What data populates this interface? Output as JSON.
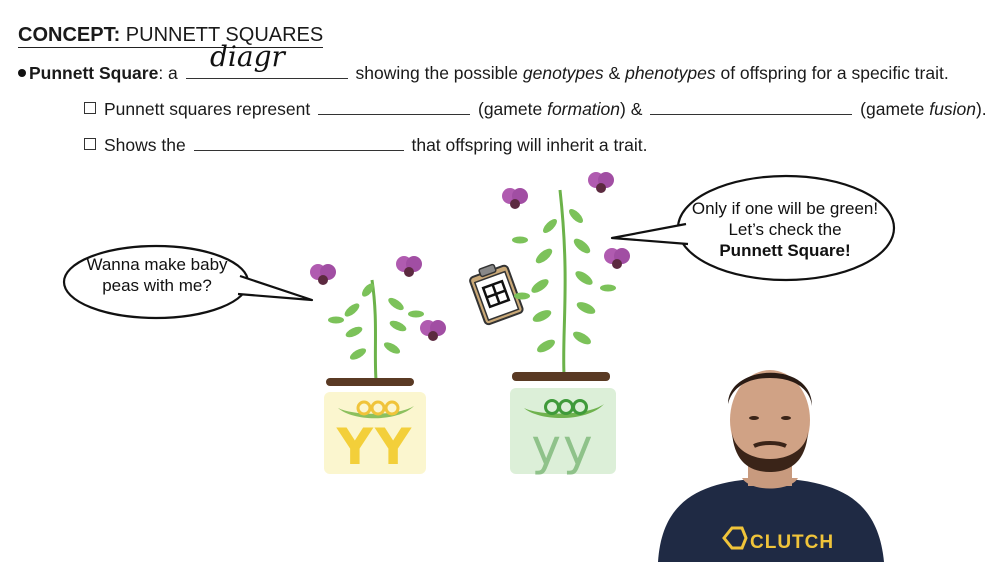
{
  "heading": {
    "bold": "CONCEPT:",
    "rest": "PUNNETT SQUARES"
  },
  "line1": {
    "term": "Punnett Square",
    "pre": ": a",
    "handwriting": "diagr",
    "mid": "showing the possible",
    "italic1": "genotypes",
    "amp": "&",
    "italic2": "phenotypes",
    "post": "of offspring for a specific trait."
  },
  "line2": {
    "pre": "Punnett squares represent",
    "mid_open": "(gamete",
    "mid_italic": "formation",
    "mid_close": ") &",
    "end_open": "(gamete",
    "end_italic": "fusion",
    "end_close": ")."
  },
  "line3": {
    "pre": "Shows the",
    "post": "that offspring will inherit a trait."
  },
  "bubble_left": {
    "line1": "Wanna make baby",
    "line2": "peas with me?"
  },
  "bubble_right": {
    "line1": "Only if one will be green!",
    "line2": "Let’s check the",
    "line3": "Punnett Square!"
  },
  "plant_left": {
    "genotype": "YY"
  },
  "plant_right": {
    "genotype": "yy"
  },
  "presenter": {
    "shirt_text": "CLUTCH"
  },
  "colors": {
    "yellow_letters": "#f3cf3a",
    "green_letters": "#8fc28a",
    "yellow_card": "#fbf6cf",
    "green_card": "#dcefd8",
    "flower": "#b05bb0",
    "leaf": "#7cc25a",
    "soil": "#5a3a24",
    "shirt": "#1f2a44"
  }
}
